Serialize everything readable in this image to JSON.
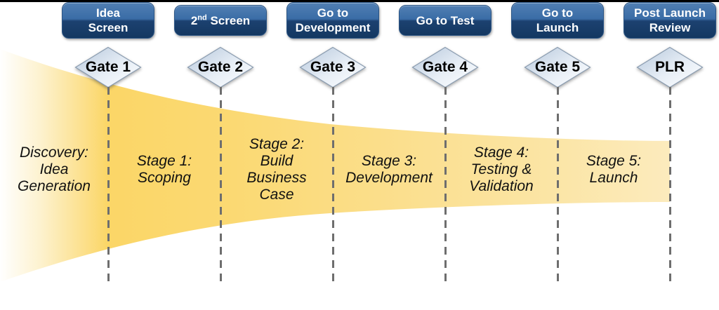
{
  "diagram": {
    "name": "stage-gate-process-diagram",
    "colors": {
      "top_bar": "#000000",
      "button_top": "#517fb3",
      "button_bottom": "#143861",
      "button_border": "#2b5585",
      "button_text": "#ffffff",
      "diamond_fill_start": "#b7c8dc",
      "diamond_fill_end": "#fdfeff",
      "diamond_border": "#8a9cb0",
      "gate_text": "#000000",
      "stage_text": "#111111",
      "funnel_gold": "#fbd667",
      "funnel_light": "#fcebbd",
      "dash_line": "#6e6e6e"
    },
    "columns": [
      {
        "button_lines": [
          {
            "text": "Idea"
          },
          {
            "text": "Screen"
          }
        ],
        "gate_label": "Gate 1"
      },
      {
        "button_lines": [
          {
            "pre": "2",
            "sup": "nd",
            "post": " Screen"
          }
        ],
        "gate_label": "Gate 2"
      },
      {
        "button_lines": [
          {
            "text": "Go to"
          },
          {
            "text": "Development"
          }
        ],
        "gate_label": "Gate 3"
      },
      {
        "button_lines": [
          {
            "text": "Go to Test"
          }
        ],
        "gate_label": "Gate 4"
      },
      {
        "button_lines": [
          {
            "text": "Go to"
          },
          {
            "text": "Launch"
          }
        ],
        "gate_label": "Gate 5"
      },
      {
        "button_lines": [
          {
            "text": "Post Launch"
          },
          {
            "text": "Review"
          }
        ],
        "gate_label": "PLR"
      }
    ],
    "stages": [
      {
        "lines": [
          "Discovery:",
          "Idea",
          "Generation"
        ]
      },
      {
        "lines": [
          "Stage 1:",
          "Scoping"
        ]
      },
      {
        "lines": [
          "Stage 2:",
          "Build",
          "Business",
          "Case"
        ]
      },
      {
        "lines": [
          "Stage 3:",
          "Development"
        ]
      },
      {
        "lines": [
          "Stage 4:",
          "Testing &",
          "Validation"
        ]
      },
      {
        "lines": [
          "Stage 5:",
          "Launch"
        ]
      }
    ]
  }
}
